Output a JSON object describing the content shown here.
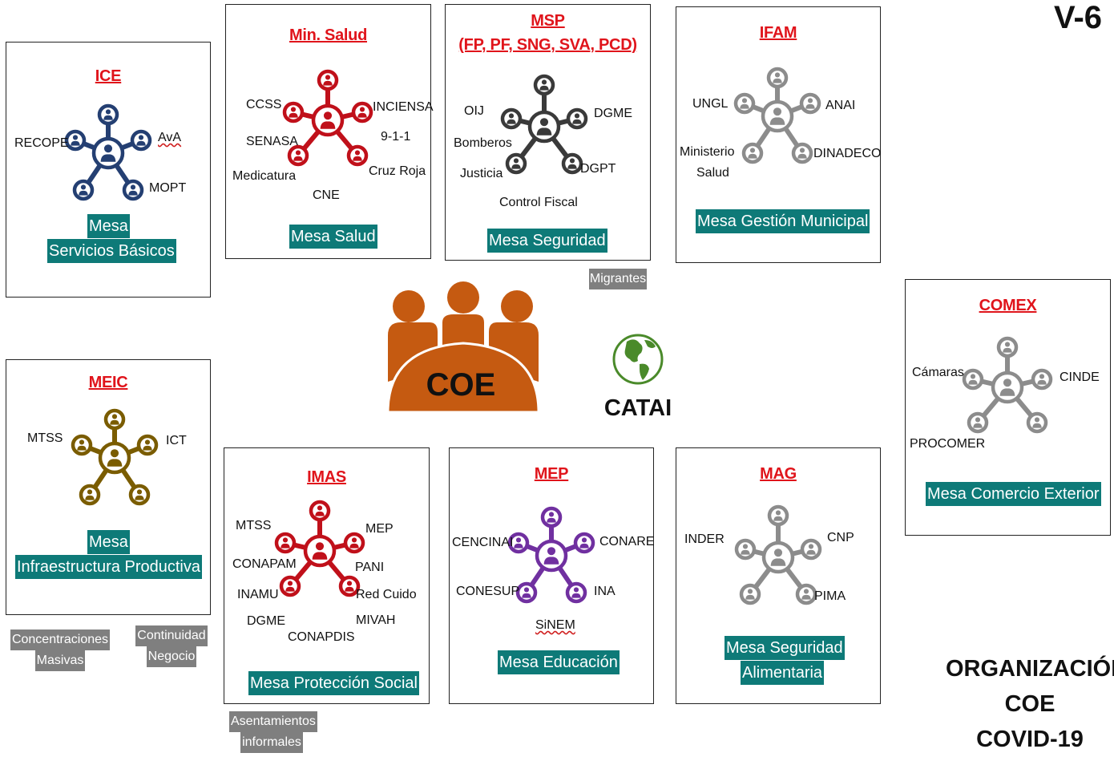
{
  "version": "V-6",
  "organization": [
    "ORGANIZACIÓN",
    "COE",
    "COVID-19"
  ],
  "center": {
    "coe": "COE",
    "catai": "CATAI"
  },
  "colors": {
    "navy": "#243f72",
    "red": "#c0101a",
    "dark": "#3a3a3a",
    "gray": "#8c8c8c",
    "olive": "#7a5c00",
    "purple": "#7030a0",
    "orange": "#c55a11",
    "mesa": "#0e7a78"
  },
  "boxes": {
    "ice": {
      "title": "ICE",
      "labels": [
        "RECOPE",
        "AvA",
        "MOPT"
      ],
      "mesa": [
        "Mesa",
        "Servicios Básicos"
      ]
    },
    "minsalud": {
      "title": "Min. Salud",
      "labels": [
        "CCSS",
        "INCIENSA",
        "SENASA",
        "9-1-1",
        "Medicatura",
        "Cruz Roja",
        "CNE"
      ],
      "mesa": "Mesa Salud"
    },
    "msp": {
      "title_lines": [
        "MSP",
        "(FP, PF, SNG, SVA, PCD)"
      ],
      "labels": [
        "OIJ",
        "DGME",
        "Bomberos",
        "Justicia",
        "DGPT",
        "Control  Fiscal"
      ],
      "mesa": "Mesa Seguridad"
    },
    "ifam": {
      "title": "IFAM",
      "labels": [
        "UNGL",
        "ANAI",
        "Ministerio",
        "Salud",
        "DINADECO"
      ],
      "mesa": "Mesa  Gestión Municipal"
    },
    "meic": {
      "title": "MEIC",
      "labels": [
        "MTSS",
        "ICT"
      ],
      "mesa": [
        "Mesa",
        "Infraestructura Productiva"
      ]
    },
    "imas": {
      "title": "IMAS",
      "labels": [
        "MTSS",
        "MEP",
        "CONAPAM",
        "PANI",
        "INAMU",
        "Red Cuido",
        "DGME",
        "MIVAH",
        "CONAPDIS"
      ],
      "mesa": "Mesa Protección Social"
    },
    "mep": {
      "title": "MEP",
      "labels": [
        "CENCINAI",
        "CONARE",
        "CONESUP",
        "INA",
        "SiNEM"
      ],
      "mesa": "Mesa  Educación"
    },
    "mag": {
      "title": "MAG",
      "labels": [
        "INDER",
        "CNP",
        "PIMA"
      ],
      "mesa": [
        "Mesa  Seguridad",
        "Alimentaria"
      ]
    },
    "comex": {
      "title": "COMEX",
      "labels": [
        "Cámaras",
        "CINDE",
        "PROCOMER"
      ],
      "mesa": "Mesa  Comercio Exterior"
    }
  },
  "gray_tags": {
    "migrantes": "Migrantes",
    "concentraciones": [
      "Concentraciones",
      "Masivas"
    ],
    "continuidad": [
      "Continuidad",
      "Negocio"
    ],
    "asentamientos": [
      "Asentamientos",
      "informales"
    ]
  }
}
